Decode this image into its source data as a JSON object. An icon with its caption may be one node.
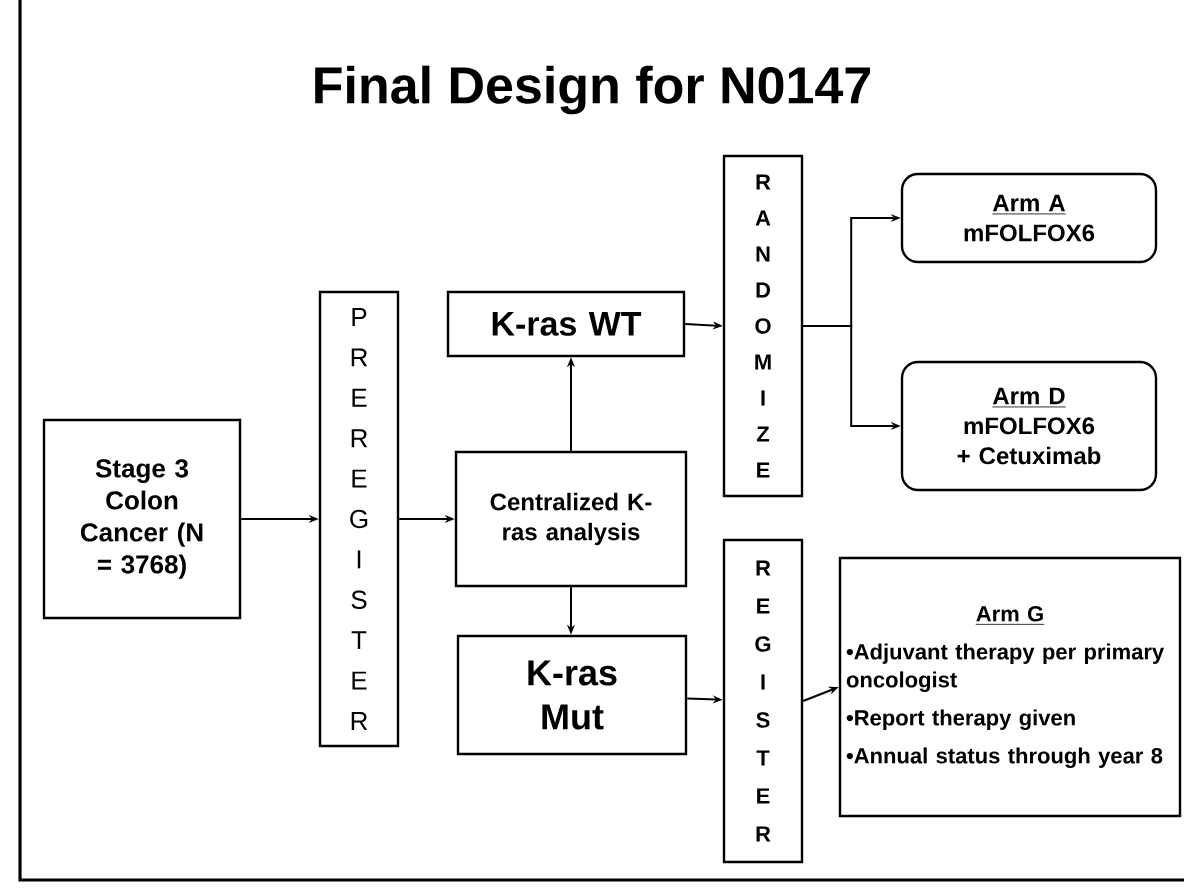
{
  "diagram": {
    "title": "Final Design for N0147",
    "nodes": [
      {
        "text": [
          "Stage 3 Colon Cancer (N = 3768)"
        ]
      },
      {
        "text": [
          "PREREGISTER"
        ]
      },
      {
        "text": [
          "K-ras WT"
        ]
      },
      {
        "text": [
          "Centralized K-ras analysis"
        ]
      },
      {
        "text": [
          "K-ras Mut"
        ]
      },
      {
        "text": [
          "RANDOMIZE"
        ]
      },
      {
        "text": [
          "Arm A",
          "mFOLFOX6"
        ]
      },
      {
        "text": [
          "Arm D",
          "mFOLFOX6 + Cetuximab"
        ]
      },
      {
        "text": [
          "REGISTER"
        ]
      },
      {
        "text": [
          "Arm G",
          "•Adjuvant therapy per primary oncologist",
          "•Report therapy given",
          "•Annual status through year 8"
        ]
      }
    ],
    "edges": [
      {
        "from": 0,
        "to": 1,
        "arrow": "to"
      },
      {
        "from": 1,
        "to": 3,
        "arrow": "to"
      },
      {
        "from": 3,
        "to": 2,
        "arrow": "to"
      },
      {
        "from": 3,
        "to": 4,
        "arrow": "to"
      },
      {
        "from": 2,
        "to": 5,
        "arrow": "to"
      },
      {
        "from": 5,
        "to": 6,
        "arrow": "to"
      },
      {
        "from": 5,
        "to": 7,
        "arrow": "to"
      },
      {
        "from": 4,
        "to": 8,
        "arrow": "to"
      },
      {
        "from": 8,
        "to": 9,
        "arrow": "to"
      }
    ]
  }
}
